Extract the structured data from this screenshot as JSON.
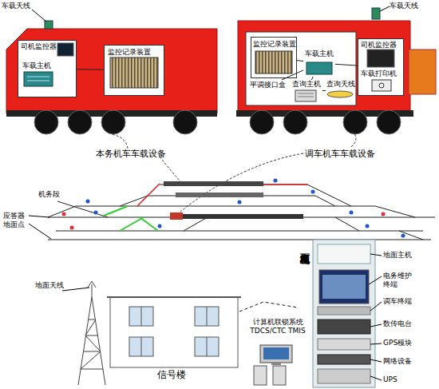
{
  "diagram": {
    "nodes": [
      {
        "text": [
          "司机监控器",
          "车载主机"
        ]
      },
      {
        "text": [
          "监控记录装置"
        ]
      },
      {
        "text": [
          "监控记录装置"
        ]
      },
      {
        "text": [
          "车载主机"
        ]
      },
      {
        "text": [
          "平调接口盒"
        ]
      },
      {
        "text": [
          "查询主机"
        ]
      },
      {
        "text": [
          "查询天线"
        ]
      },
      {
        "text": [
          "司机监控器",
          "车载打印机"
        ]
      },
      {
        "text": [
          "信号楼"
        ]
      },
      {
        "text": [
          "地面主机柜"
        ]
      },
      {
        "text": [
          "计算机联锁系统 TDCS/CTC TMIS"
        ]
      }
    ],
    "edges": [
      {
        "from": 0,
        "to": 1,
        "arrow": "none"
      },
      {
        "from": 3,
        "to": 2,
        "arrow": "none"
      },
      {
        "from": 3,
        "to": 7,
        "arrow": "none"
      },
      {
        "from": 3,
        "to": 4,
        "arrow": "none"
      },
      {
        "from": 3,
        "to": 5,
        "arrow": "none"
      },
      {
        "from": 5,
        "to": 6,
        "arrow": "none"
      },
      {
        "from": 8,
        "to": 9,
        "arrow": "none"
      }
    ],
    "labels": [
      "车载天线",
      "车载天线",
      "本务机车车载设备",
      "调车机车车载设备",
      "机务段",
      "应答器 地面点",
      "地面天线",
      "地面主机",
      "电务维护终端",
      "调车终端",
      "数传电台",
      "GPS模块",
      "网络设备",
      "UPS"
    ]
  }
}
